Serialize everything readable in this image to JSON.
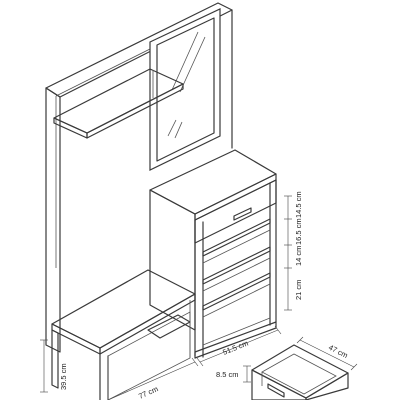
{
  "dimensions": {
    "drawer_height_top": "14.5 cm",
    "shelf_gap_1": "16.5 cm",
    "shelf_gap_2": "14 cm",
    "shelf_gap_3": "21 cm",
    "shoe_cabinet_width": "51.5 cm",
    "bench_width": "77 cm",
    "bench_height": "39.5 cm",
    "drawer_depth": "47 cm",
    "drawer_height": "8.5 cm"
  },
  "colors": {
    "line": "#3a3a3a",
    "background": "#ffffff"
  }
}
